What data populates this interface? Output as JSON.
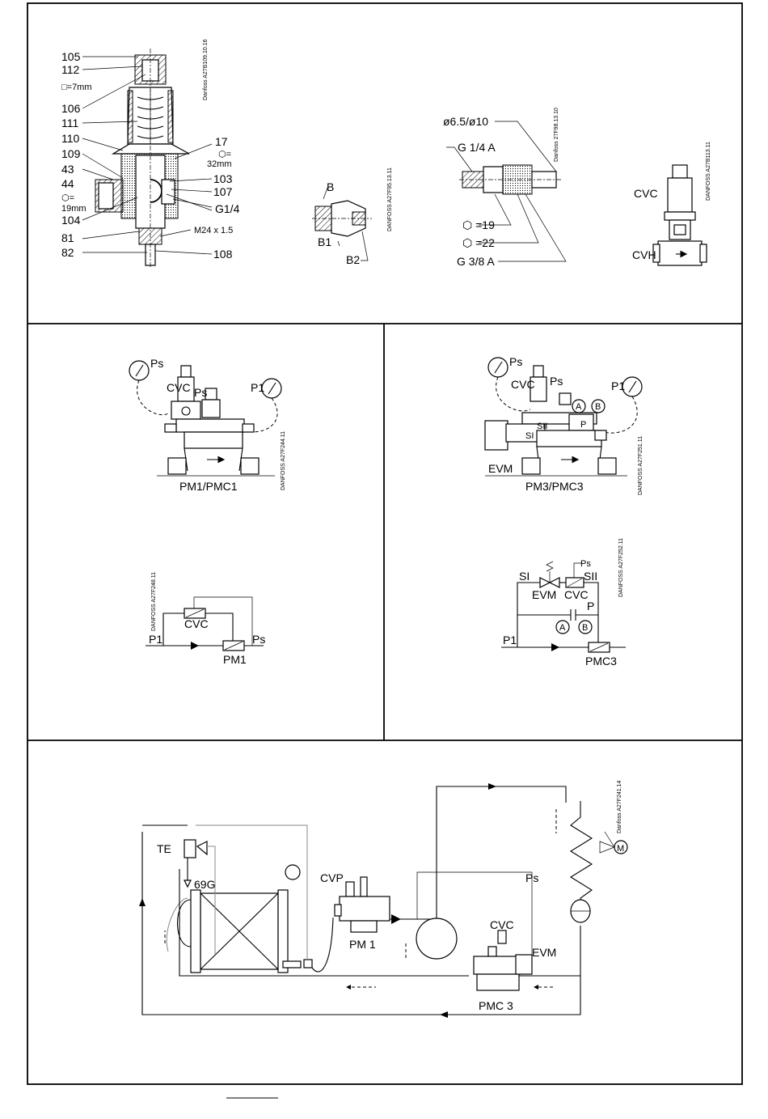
{
  "panels": {
    "exploded": {
      "pilot": {
        "ref": "Danfoss A27B109.10.16",
        "labels_left": [
          "105",
          "112",
          "□=7mm",
          "106",
          "111",
          "110",
          "109",
          "43",
          "44",
          "⬡=",
          "19mm",
          "104",
          "81",
          "82"
        ],
        "labels_right": [
          "17",
          "⬡=",
          "32mm",
          "103",
          "107",
          "G1/4",
          "M24 x 1.5",
          "108"
        ]
      },
      "connector": {
        "ref": "DANFOSS A27F95.13.11",
        "labels": [
          "B",
          "B1",
          "B2"
        ]
      },
      "fitting": {
        "ref": "Danfoss 27F98.13.10",
        "labels": [
          "ø6.5/ø10",
          "G 1/4 A",
          "⬡ =19",
          "⬡ =22",
          "G 3/8 A"
        ]
      },
      "cvc": {
        "ref": "DANFOSS A27B113.11",
        "labels": [
          "CVC",
          "CVH"
        ]
      }
    },
    "pm1": {
      "ref": "DANFOSS A27F244.11",
      "labels": [
        "Ps",
        "CVC",
        "Ps",
        "P1"
      ],
      "caption": "PM1/PMC1",
      "schematic": {
        "ref": "DANFOSS A27F248.11",
        "labels": [
          "CVC",
          "P1",
          "Ps",
          "PM1"
        ]
      }
    },
    "pm3": {
      "ref": "DANFOSS A27F251.11",
      "labels": [
        "Ps",
        "CVC",
        "Ps",
        "P1",
        "A",
        "B",
        "SII",
        "SI",
        "P",
        "EVM"
      ],
      "caption": "PM3/PMC3",
      "schematic": {
        "ref": "DANFOSS A27F252.11",
        "labels": [
          "Ps",
          "SI",
          "SII",
          "EVM",
          "CVC",
          "P",
          "A",
          "B",
          "P1",
          "PMC3"
        ]
      }
    },
    "system": {
      "ref": "Danfoss A27F241.14",
      "labels": [
        "TE",
        "69G",
        "CVP",
        "PM 1",
        "Ps",
        "CVC",
        "EVM",
        "PMC 3",
        "M"
      ]
    }
  }
}
